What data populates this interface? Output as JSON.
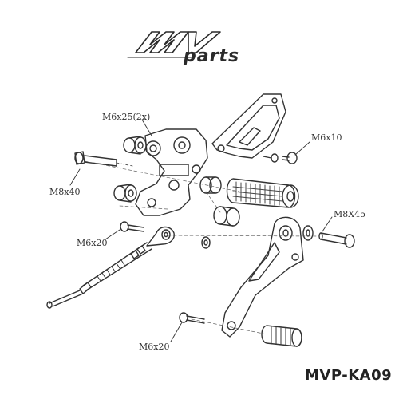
{
  "logo": {
    "mark": "mv",
    "word": "parts"
  },
  "labels": {
    "m6x25": "M6x25(2x)",
    "m6x10": "M6x10",
    "m8x40": "M8x40",
    "m8x45": "M8X45",
    "m6x20_a": "M6x20",
    "m6x20_b": "M6x20"
  },
  "product_code": "MVP-KA09",
  "colors": {
    "line": "#333333",
    "text": "#333333",
    "fill": "#ffffff"
  }
}
